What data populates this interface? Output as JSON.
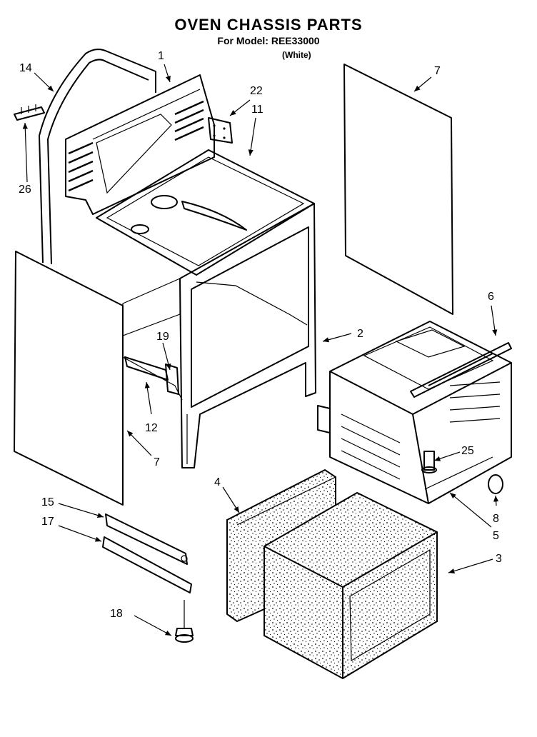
{
  "header": {
    "title": "OVEN CHASSIS PARTS",
    "subtitle": "For Model: REE33000",
    "variant": "(White)"
  },
  "callouts": [
    {
      "id": "c1",
      "label": "1"
    },
    {
      "id": "c14",
      "label": "14"
    },
    {
      "id": "c22",
      "label": "22"
    },
    {
      "id": "c11",
      "label": "11"
    },
    {
      "id": "c26",
      "label": "26"
    },
    {
      "id": "c7a",
      "label": "7"
    },
    {
      "id": "c6",
      "label": "6"
    },
    {
      "id": "c2",
      "label": "2"
    },
    {
      "id": "c19",
      "label": "19"
    },
    {
      "id": "c12",
      "label": "12"
    },
    {
      "id": "c7b",
      "label": "7"
    },
    {
      "id": "c25",
      "label": "25"
    },
    {
      "id": "c4",
      "label": "4"
    },
    {
      "id": "c8",
      "label": "8"
    },
    {
      "id": "c5",
      "label": "5"
    },
    {
      "id": "c15",
      "label": "15"
    },
    {
      "id": "c17",
      "label": "17"
    },
    {
      "id": "c3",
      "label": "3"
    },
    {
      "id": "c18",
      "label": "18"
    }
  ]
}
